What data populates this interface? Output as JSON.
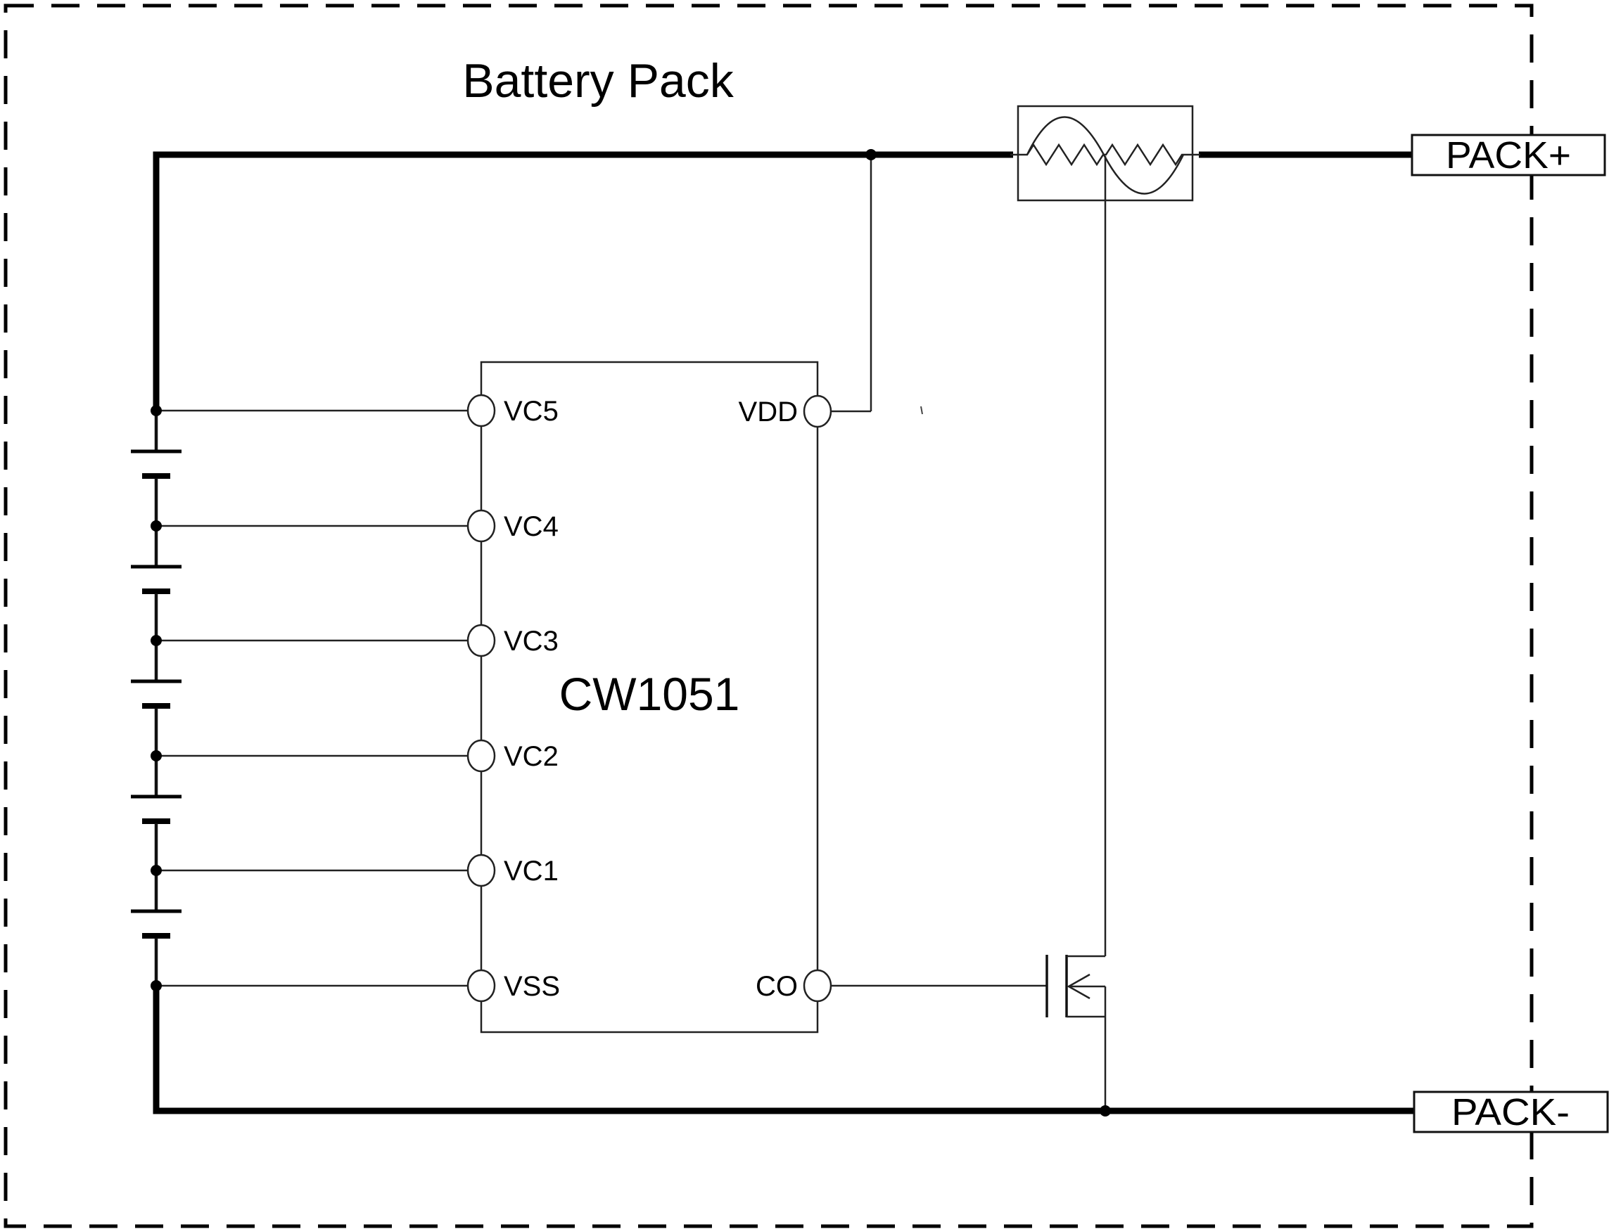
{
  "title": "Battery Pack",
  "ic": {
    "label": "CW1051",
    "left_pins": [
      "VC5",
      "VC4",
      "VC3",
      "VC2",
      "VC1",
      "VSS"
    ],
    "right_pins": [
      "VDD",
      "CO"
    ]
  },
  "terminals": {
    "pack_plus": "PACK+",
    "pack_minus": "PACK-"
  },
  "battery": {
    "cell_count": 5
  },
  "components": {
    "fuse": "three-terminal-ptc-fuse",
    "transistor": "n-channel-mosfet"
  },
  "colors": {
    "wire": "#222222",
    "bold_wire": "#000000",
    "background": "#ffffff"
  }
}
